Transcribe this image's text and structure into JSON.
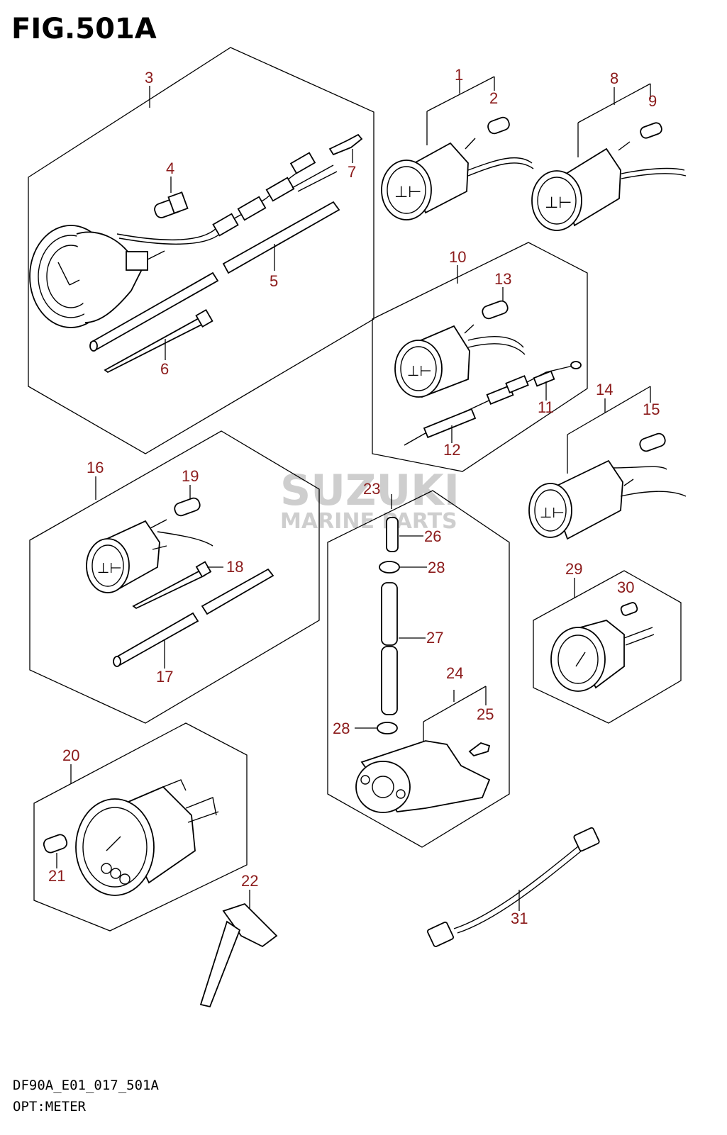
{
  "figure": {
    "title": "FIG.501A",
    "code": "DF90A_E01_017_501A",
    "name": "OPT:METER"
  },
  "watermark": {
    "line1": "SUZUKI",
    "line2": "MARINE PARTS"
  },
  "callouts": [
    "1",
    "2",
    "3",
    "4",
    "5",
    "6",
    "7",
    "8",
    "9",
    "10",
    "11",
    "12",
    "13",
    "14",
    "15",
    "16",
    "17",
    "18",
    "19",
    "20",
    "21",
    "22",
    "23",
    "24",
    "25",
    "26",
    "27",
    "28",
    "28",
    "29",
    "30",
    "31"
  ],
  "colors": {
    "callout": "#8b1a1a",
    "line": "#000000",
    "watermark": "#c9c9c9"
  }
}
